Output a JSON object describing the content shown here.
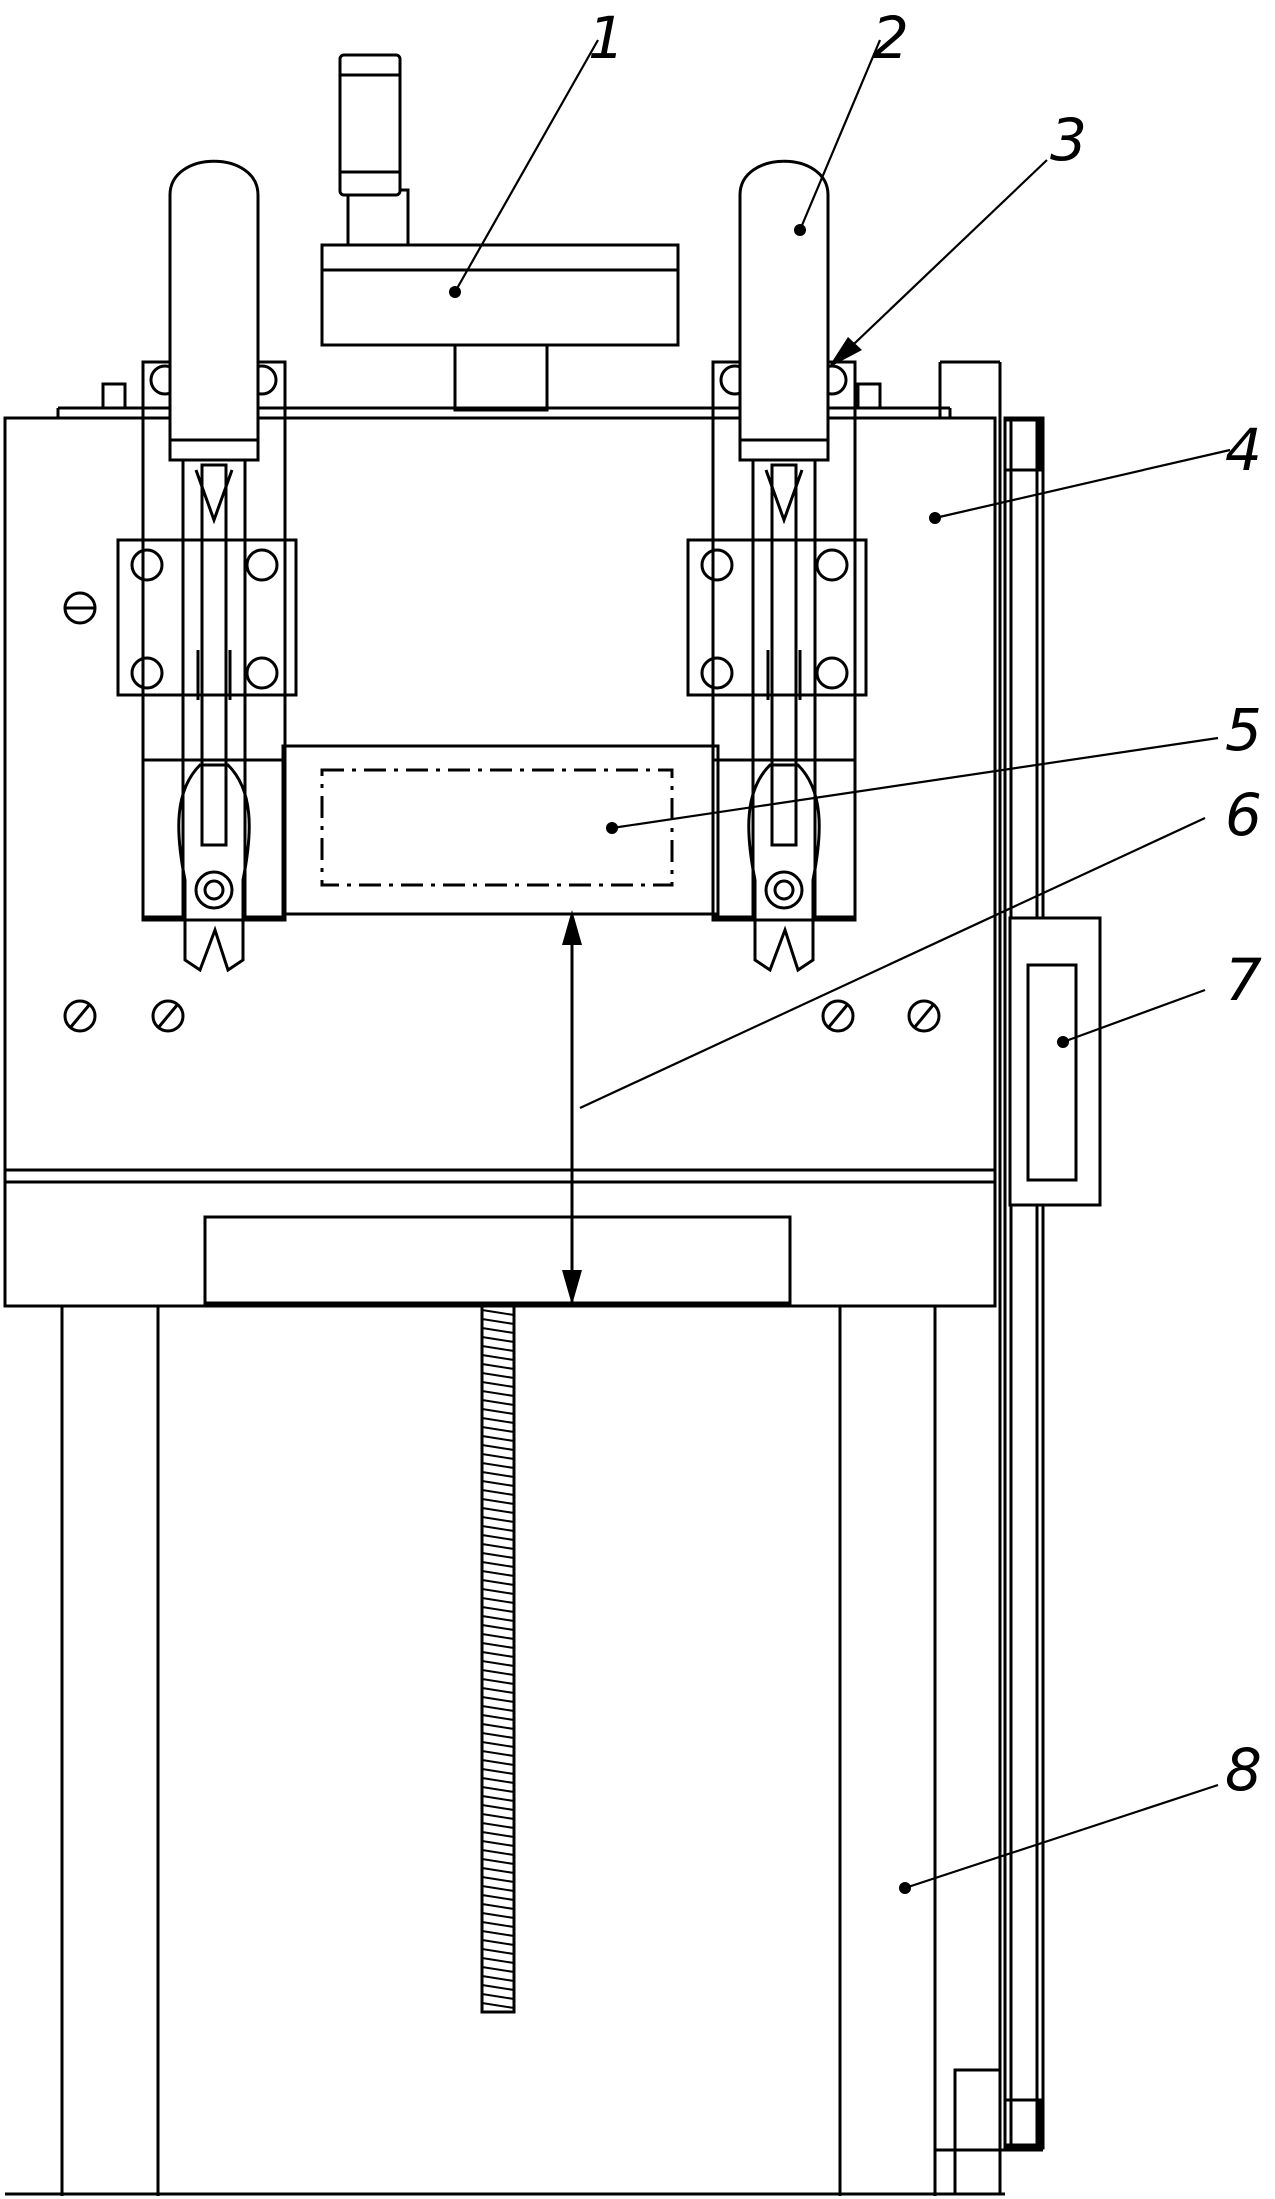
{
  "figure": {
    "stroke_color": "#000000",
    "background_color": "#ffffff",
    "labels": [
      {
        "id": "1",
        "text": "1"
      },
      {
        "id": "2",
        "text": "2"
      },
      {
        "id": "3",
        "text": "3"
      },
      {
        "id": "4",
        "text": "4"
      },
      {
        "id": "5",
        "text": "5"
      },
      {
        "id": "6",
        "text": "6"
      },
      {
        "id": "7",
        "text": "7"
      },
      {
        "id": "8",
        "text": "8"
      }
    ]
  }
}
